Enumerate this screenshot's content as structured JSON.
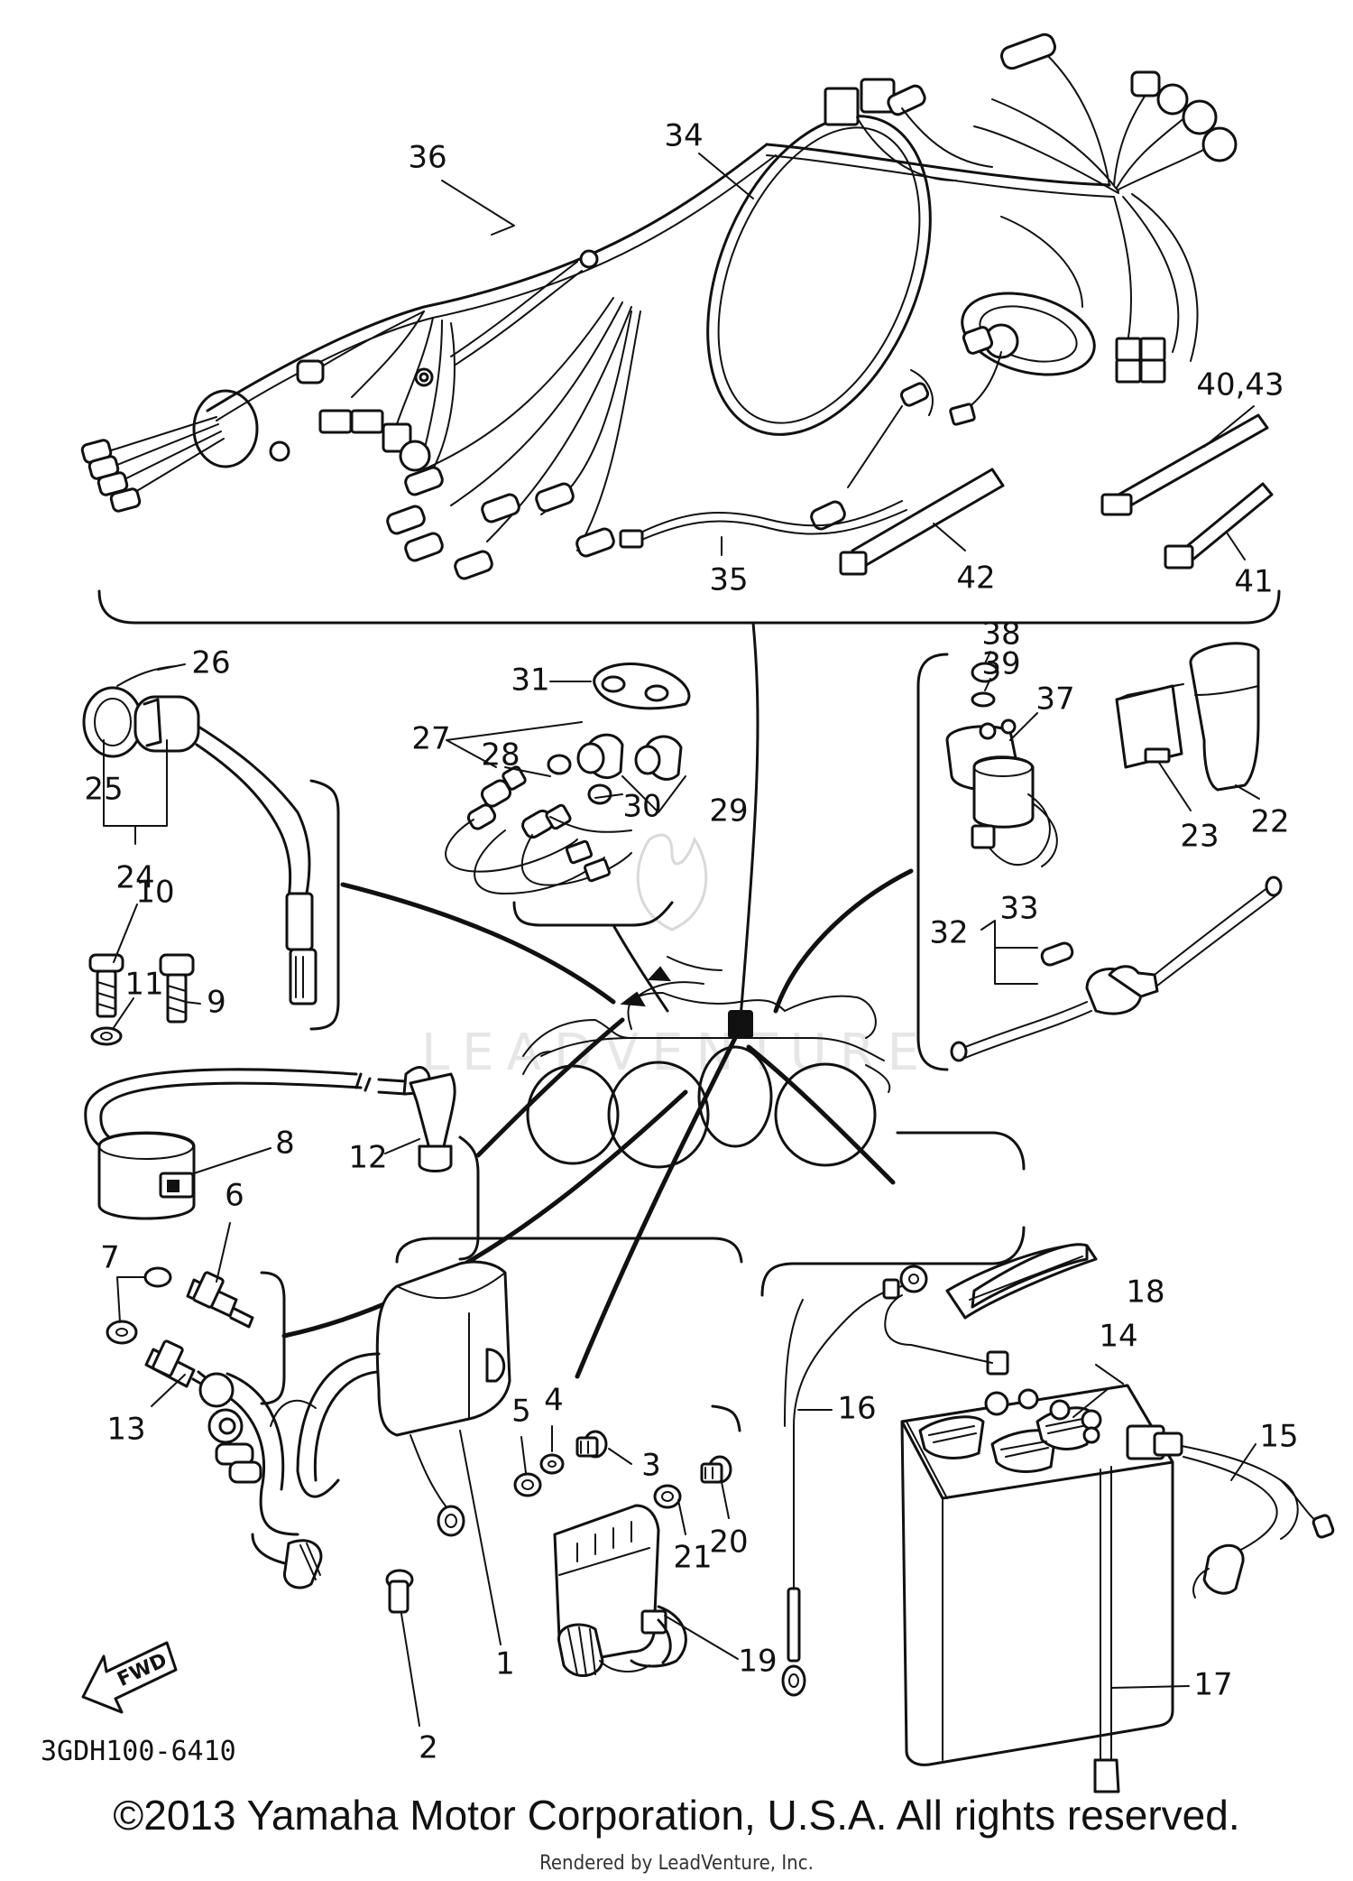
{
  "diagram_code": "3GDH100-6410",
  "copyright": "©2013 Yamaha Motor Corporation, U.S.A. All rights reserved.",
  "rendered_by": "Rendered by LeadVenture, Inc.",
  "watermark": "LEADVENTURE",
  "fwd_label": "FWD",
  "callouts": {
    "c1": "1",
    "c2": "2",
    "c3": "3",
    "c4": "4",
    "c5": "5",
    "c6": "6",
    "c7": "7",
    "c8": "8",
    "c9": "9",
    "c10": "10",
    "c11": "11",
    "c12": "12",
    "c13": "13",
    "c14": "14",
    "c15": "15",
    "c16": "16",
    "c17": "17",
    "c18": "18",
    "c19": "19",
    "c20": "20",
    "c21": "21",
    "c22": "22",
    "c23": "23",
    "c24": "24",
    "c25": "25",
    "c26": "26",
    "c27": "27",
    "c28": "28",
    "c29": "29",
    "c30": "30",
    "c31": "31",
    "c32": "32",
    "c33": "33",
    "c34": "34",
    "c35": "35",
    "c36": "36",
    "c37": "37",
    "c38": "38",
    "c39": "39",
    "c40_43": "40,43",
    "c41": "41",
    "c42": "42"
  }
}
